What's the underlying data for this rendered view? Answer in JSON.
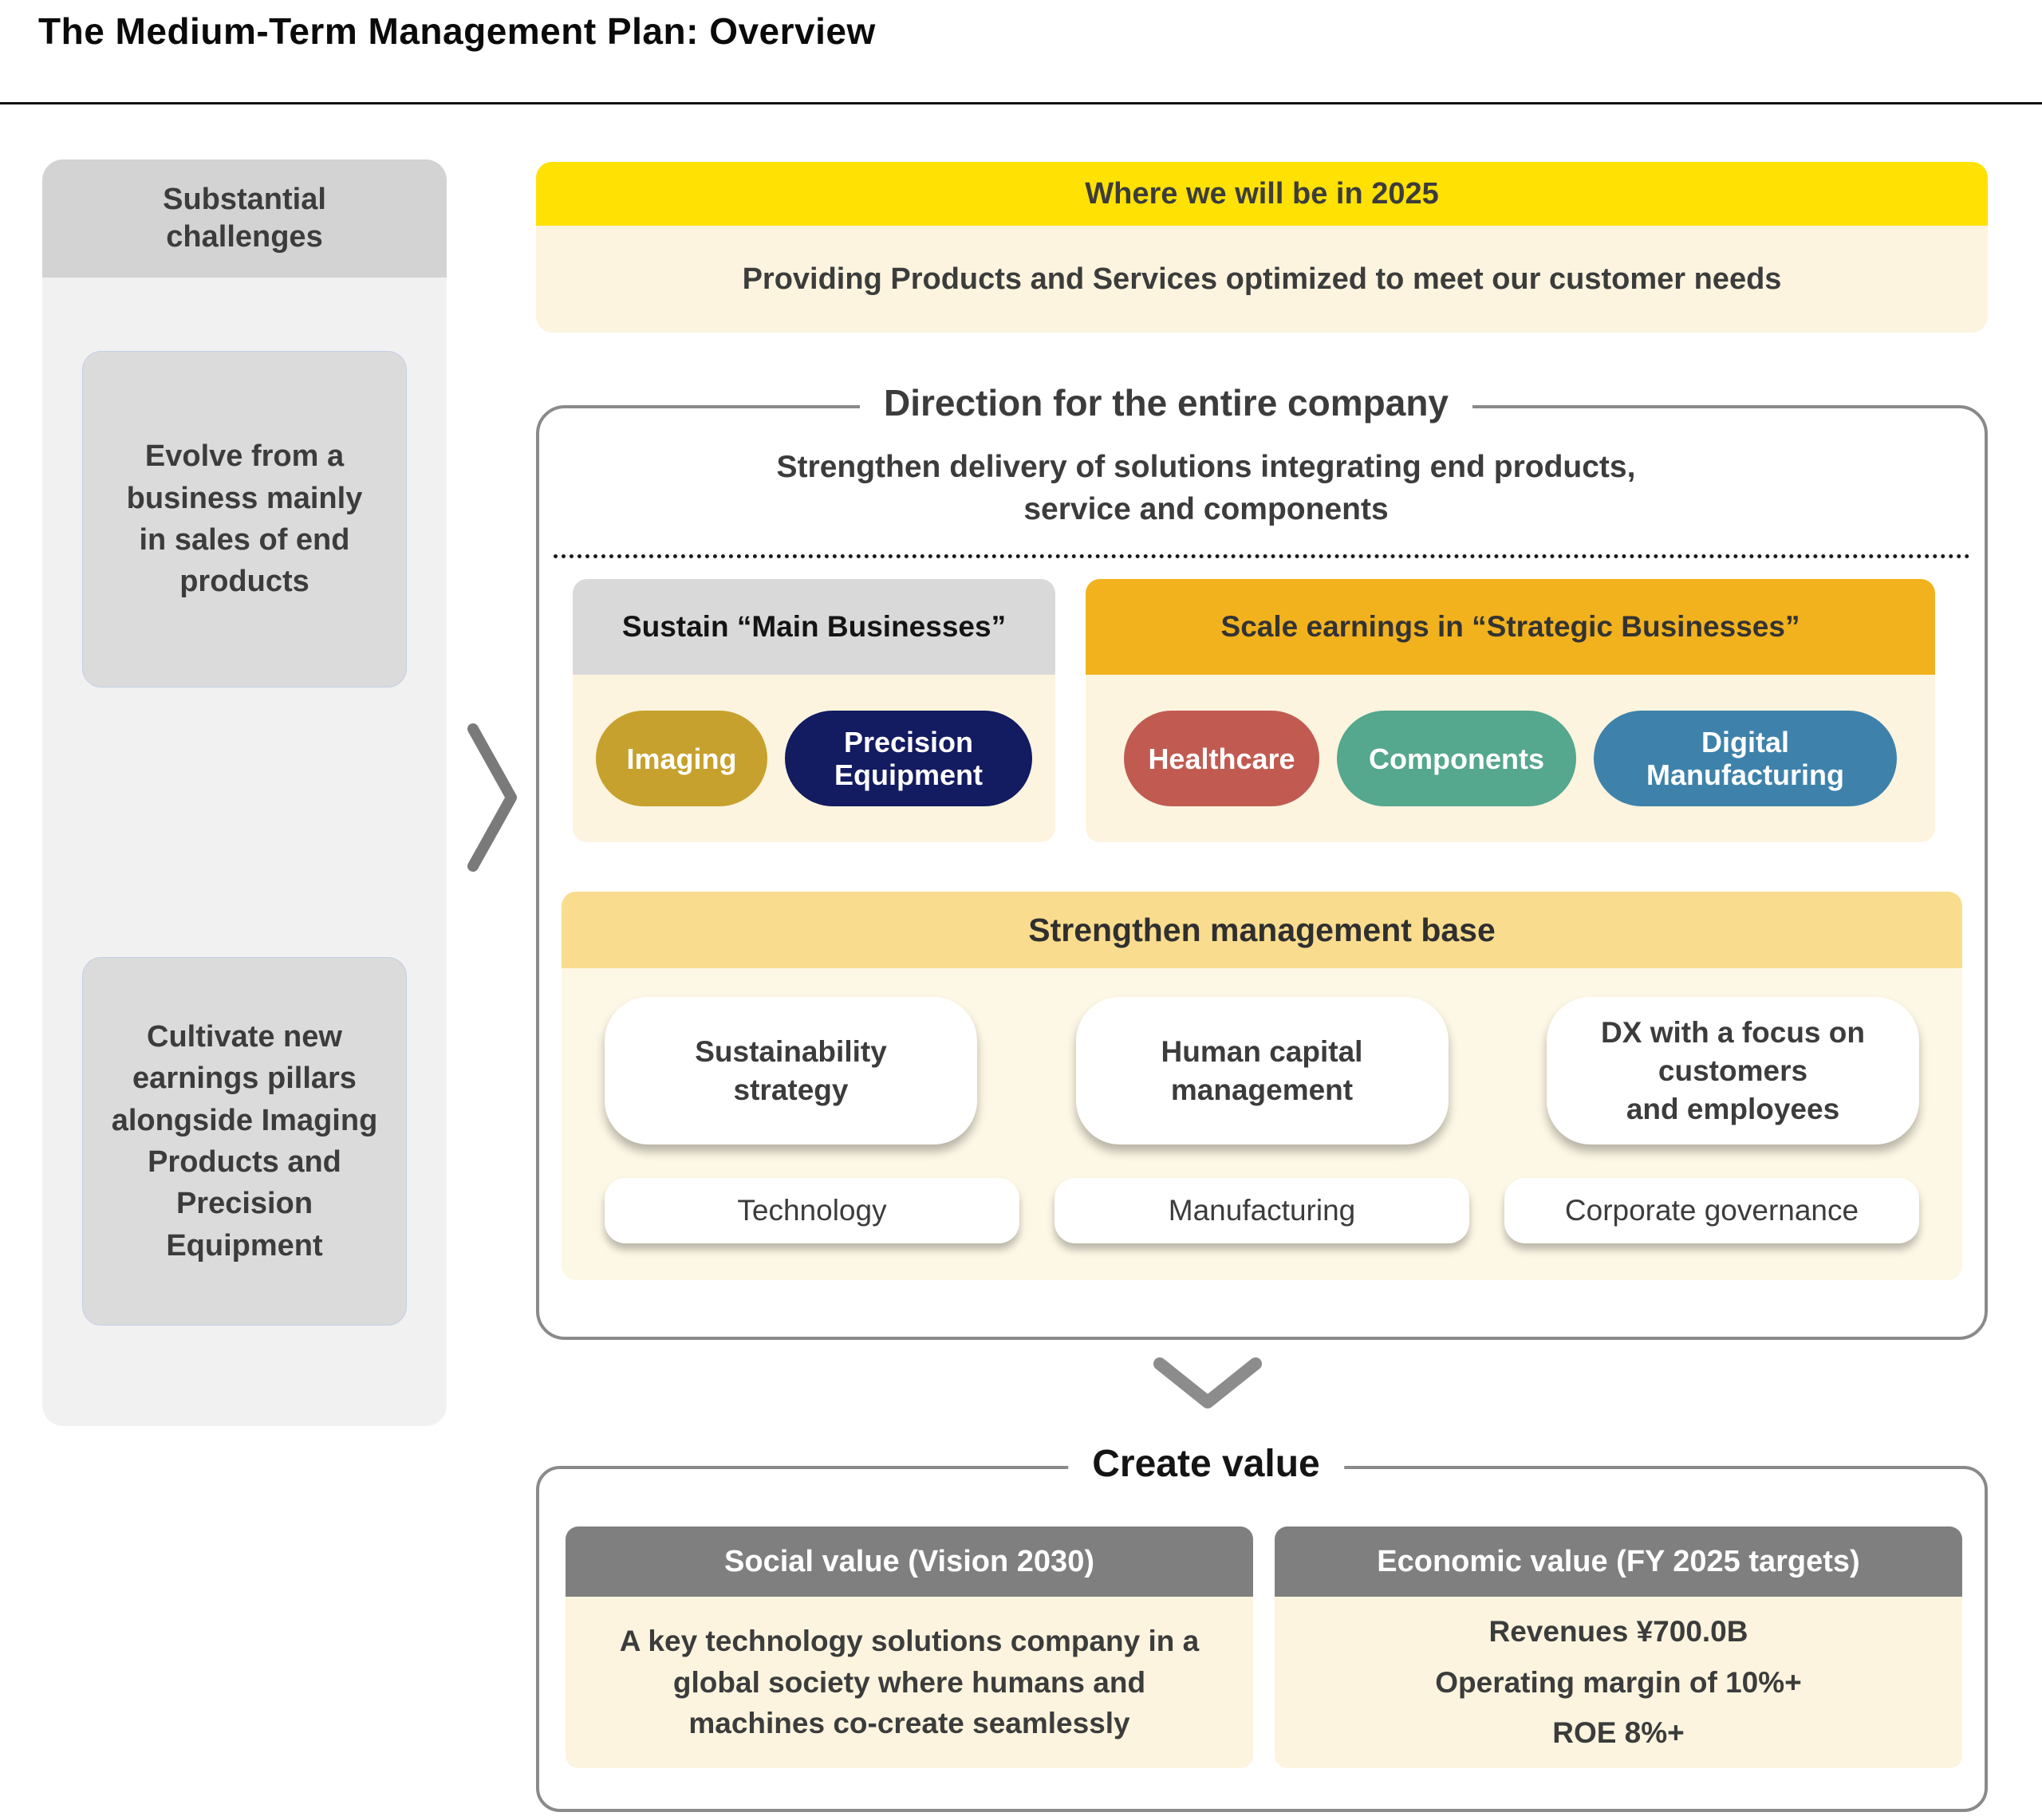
{
  "slide": {
    "title": "The Medium-Term Management Plan: Overview"
  },
  "challenges": {
    "header": "Substantial\nchallenges",
    "items": [
      {
        "text": "Evolve from a\nbusiness mainly\nin sales of end\nproducts"
      },
      {
        "text": "Cultivate new\nearnings pillars\nalongside Imaging\nProducts and\nPrecision\nEquipment"
      }
    ]
  },
  "future": {
    "header": "Where we will be in 2025",
    "subtitle": "Providing Products and Services optimized to meet our customer needs"
  },
  "direction": {
    "legend": "Direction for the entire company",
    "subtitle": "Strengthen delivery of solutions integrating end products,\nservice and components",
    "sustain": {
      "header": "Sustain “Main Businesses”",
      "pills": [
        {
          "label": "Imaging",
          "color": "#C7A12E"
        },
        {
          "label": "Precision\nEquipment",
          "color": "#131B61"
        }
      ]
    },
    "strategic": {
      "header": "Scale earnings in “Strategic Businesses”",
      "pills": [
        {
          "label": "Healthcare",
          "color": "#C15B52"
        },
        {
          "label": "Components",
          "color": "#55A78D"
        },
        {
          "label": "Digital\nManufacturing",
          "color": "#3E82AB"
        }
      ]
    },
    "management": {
      "header": "Strengthen management base",
      "row1": [
        {
          "label": "Sustainability\nstrategy"
        },
        {
          "label": "Human capital\nmanagement"
        },
        {
          "label": "DX with a focus on\ncustomers\nand employees"
        }
      ],
      "row2": [
        {
          "label": "Technology"
        },
        {
          "label": "Manufacturing"
        },
        {
          "label": "Corporate governance"
        }
      ]
    }
  },
  "create_value": {
    "legend": "Create value",
    "social": {
      "header": "Social value (Vision 2030)",
      "body": "A key technology solutions company in a\nglobal society where humans and\nmachines co-create seamlessly"
    },
    "economic": {
      "header": "Economic value (FY 2025 targets)",
      "lines": [
        "Revenues ¥700.0B",
        "Operating margin of 10%+",
        "ROE 8%+"
      ]
    }
  },
  "icons": {
    "forward": "chevron-right",
    "down": "chevron-down"
  },
  "colors": {
    "accent_yellow": "#FFE103",
    "cream": "#FCF4DF",
    "amber": "#F2B21D",
    "light_amber": "#F9DC8E",
    "pale_cream": "#FDF7E5",
    "gold": "#C7A12E",
    "navy": "#131B61",
    "red": "#C15B52",
    "teal": "#55A78D",
    "blue": "#3E82AB",
    "gray_header": "#D9D9D9",
    "dark_gray_header": "#7F7F7F",
    "border_gray": "#8A8A8A"
  }
}
